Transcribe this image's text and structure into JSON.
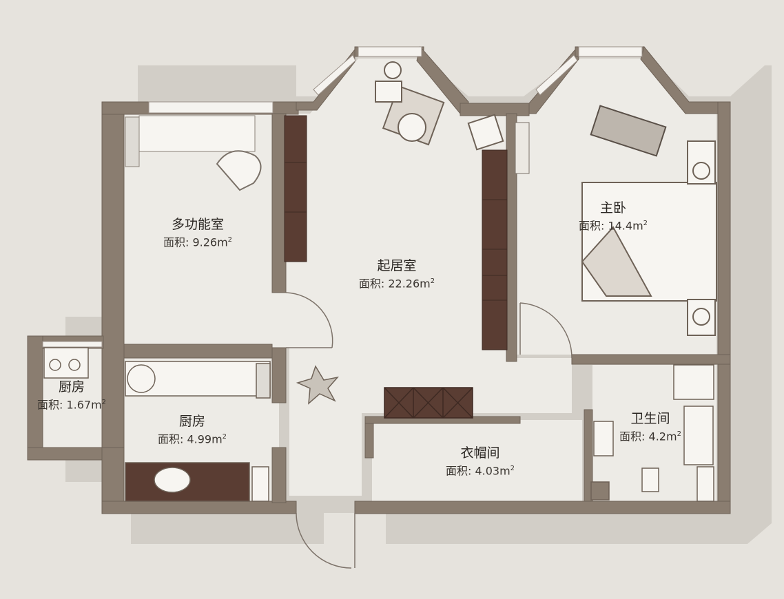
{
  "floorplan": {
    "area_prefix": "面积: ",
    "rooms": [
      {
        "id": "multi",
        "name": "多功能室",
        "area": "9.26m",
        "unit_sup": "2"
      },
      {
        "id": "living",
        "name": "起居室",
        "area": "22.26m",
        "unit_sup": "2"
      },
      {
        "id": "master",
        "name": "主卧",
        "area": "14.4m",
        "unit_sup": "2"
      },
      {
        "id": "kitchen-small",
        "name": "厨房",
        "area": "1.67m",
        "unit_sup": "2"
      },
      {
        "id": "kitchen",
        "name": "厨房",
        "area": "4.99m",
        "unit_sup": "2"
      },
      {
        "id": "wardrobe",
        "name": "衣帽间",
        "area": "4.03m",
        "unit_sup": "2"
      },
      {
        "id": "bath",
        "name": "卫生间",
        "area": "4.2m",
        "unit_sup": "2"
      }
    ],
    "colors": {
      "background": "#e6e3dd",
      "floor": "#edebe6",
      "wall": "#8a7d70",
      "wall_edge": "#6e6257",
      "shadow": "#cdc9c2",
      "cabinet": "#5a3d33",
      "fixture": "#f7f5f1"
    }
  }
}
